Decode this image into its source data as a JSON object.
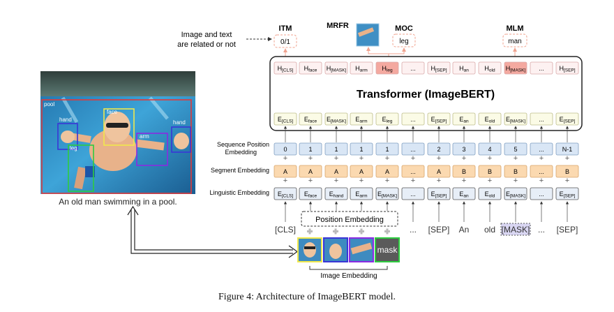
{
  "caption": "Figure 4: Architecture of ImageBERT model.",
  "photo": {
    "caption": "An old man swimming in a pool.",
    "regions": [
      {
        "label": "pool",
        "color": "#e23a3a"
      },
      {
        "label": "face",
        "color": "#f1e84c"
      },
      {
        "label": "hand",
        "color": "#3a36d6"
      },
      {
        "label": "arm",
        "color": "#8a2be2"
      },
      {
        "label": "hand",
        "color": "#3a36d6"
      },
      {
        "label": "leg",
        "color": "#2ecc40"
      }
    ]
  },
  "heads": {
    "itm": {
      "title": "ITM",
      "value": "0/1"
    },
    "itm_note": [
      "Image and text",
      "are related or not"
    ],
    "mrfr": {
      "title": "MRFR"
    },
    "moc": {
      "title": "MOC",
      "value": "leg"
    },
    "mlm": {
      "title": "MLM",
      "value": "man"
    }
  },
  "transformer": {
    "title": "Transformer (ImageBERT)",
    "outputs": [
      {
        "base": "H",
        "sub": "[CLS]"
      },
      {
        "base": "H",
        "sub": "face"
      },
      {
        "base": "H",
        "sub": "[MASK]"
      },
      {
        "base": "H",
        "sub": "arm"
      },
      {
        "base": "H",
        "sub": "leg"
      },
      {
        "base": "...",
        "sub": ""
      },
      {
        "base": "H",
        "sub": "[SEP]"
      },
      {
        "base": "H",
        "sub": "an"
      },
      {
        "base": "H",
        "sub": "old"
      },
      {
        "base": "H",
        "sub": "[MASK]"
      },
      {
        "base": "...",
        "sub": ""
      },
      {
        "base": "H",
        "sub": "[SEP]"
      }
    ],
    "inputs": [
      {
        "base": "E",
        "sub": "[CLS]"
      },
      {
        "base": "E",
        "sub": "face"
      },
      {
        "base": "E",
        "sub": "[MASK]"
      },
      {
        "base": "E",
        "sub": "arm"
      },
      {
        "base": "E",
        "sub": "leg"
      },
      {
        "base": "...",
        "sub": ""
      },
      {
        "base": "E",
        "sub": "[SEP]"
      },
      {
        "base": "E",
        "sub": "an"
      },
      {
        "base": "E",
        "sub": "old"
      },
      {
        "base": "E",
        "sub": "[MASK]"
      },
      {
        "base": "...",
        "sub": ""
      },
      {
        "base": "E",
        "sub": "[SEP]"
      }
    ]
  },
  "embeddings": {
    "sequence_label": [
      "Sequence Position",
      "Embedding"
    ],
    "sequence": [
      "0",
      "1",
      "1",
      "1",
      "1",
      "...",
      "2",
      "3",
      "4",
      "5",
      "...",
      "N-1"
    ],
    "segment_label": "Segment Embedding",
    "segment": [
      "A",
      "A",
      "A",
      "A",
      "A",
      "...",
      "A",
      "B",
      "B",
      "B",
      "...",
      "B"
    ],
    "linguistic_label": "Linguistic Embedding",
    "linguistic": [
      {
        "base": "E",
        "sub": "[CLS]"
      },
      {
        "base": "E",
        "sub": "face"
      },
      {
        "base": "E",
        "sub": "hand"
      },
      {
        "base": "E",
        "sub": "arm"
      },
      {
        "base": "E",
        "sub": "[MASK]"
      },
      {
        "base": "...",
        "sub": ""
      },
      {
        "base": "E",
        "sub": "[SEP]"
      },
      {
        "base": "E",
        "sub": "an"
      },
      {
        "base": "E",
        "sub": "old"
      },
      {
        "base": "E",
        "sub": "[MASK]"
      },
      {
        "base": "...",
        "sub": ""
      },
      {
        "base": "E",
        "sub": "[SEP]"
      }
    ],
    "position_embedding": "Position Embedding",
    "image_embedding": "Image Embedding"
  },
  "tokens": [
    "[CLS]",
    "...",
    "[SEP]",
    "An",
    "old",
    "[MASK]",
    "...",
    "[SEP]"
  ],
  "image_tokens": [
    "face",
    "hand",
    "arm",
    "mask"
  ],
  "colors": {
    "output_box": "#fdf1f1",
    "output_highlight": "#f4a9a0",
    "input_box": "#fbfbe6",
    "sequence_box": "#d9e6f5",
    "segment_box": "#fbd9b0",
    "linguistic_box": "#e7eef7",
    "mask_token_box": "#d9d6f2",
    "head_border": "#f0a38f"
  }
}
